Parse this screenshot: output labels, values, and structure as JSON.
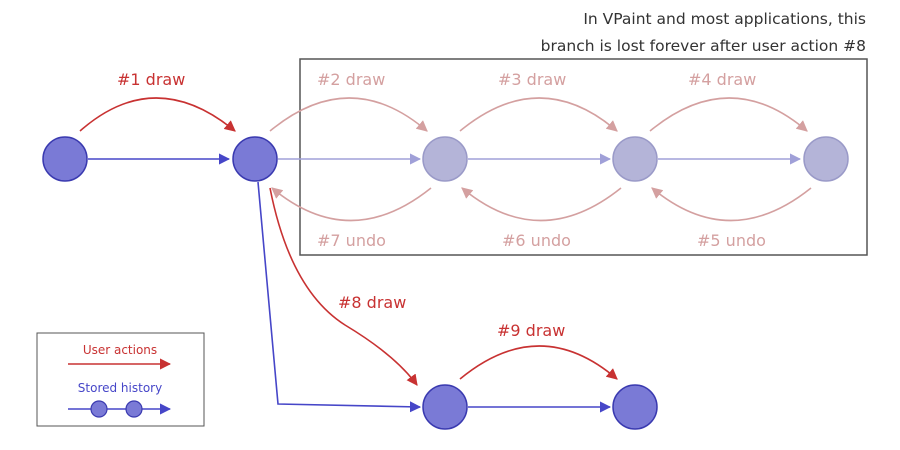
{
  "caption": {
    "line1": "In VPaint and most applications, this",
    "line2": "branch is lost forever after user action #8"
  },
  "actions": {
    "a1": "#1  draw",
    "a2": "#2  draw",
    "a3": "#3  draw",
    "a4": "#4  draw",
    "a5": "#5  undo",
    "a6": "#6  undo",
    "a7": "#7  undo",
    "a8": "#8  draw",
    "a9": "#9  draw"
  },
  "legend": {
    "user_actions": "User actions",
    "stored_history": "Stored history"
  },
  "colors": {
    "user_action": "#c83232",
    "user_action_faded": "#d4a0a0",
    "history": "#4646c8",
    "history_faded": "#a0a0d8",
    "node_fill": "#7a7ad6",
    "node_stroke": "#3a3ab0",
    "node_faded_fill": "#b4b4d8",
    "node_faded_stroke": "#9a9ac8",
    "box_stroke": "#555555"
  }
}
